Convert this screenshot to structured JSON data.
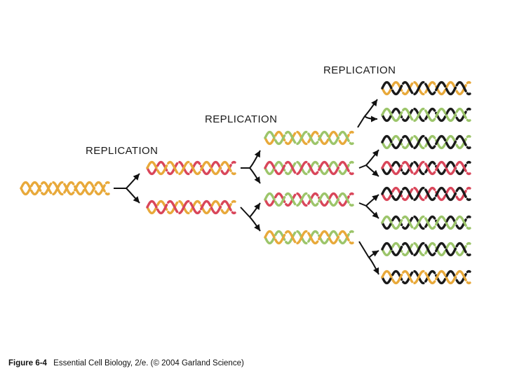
{
  "labels": {
    "replication_1": "REPLICATION",
    "replication_2": "REPLICATION",
    "replication_3": "REPLICATION"
  },
  "caption": {
    "figure": "Figure 6-4",
    "text": "Essential Cell Biology, 2/e. (© 2004 Garland Science)"
  },
  "colors": {
    "orange": "#e8a93a",
    "red": "#d9465a",
    "green": "#9cc56a",
    "black": "#1a1a1a",
    "arrow": "#111111"
  },
  "generations": [
    {
      "name": "parent",
      "helices": [
        [
          "orange",
          "orange"
        ]
      ]
    },
    {
      "name": "generation-1",
      "helices": [
        [
          "red",
          "orange"
        ],
        [
          "orange",
          "red"
        ]
      ]
    },
    {
      "name": "generation-2",
      "helices": [
        [
          "orange",
          "green"
        ],
        [
          "green",
          "red"
        ],
        [
          "red",
          "green"
        ],
        [
          "green",
          "orange"
        ]
      ]
    },
    {
      "name": "generation-3",
      "helices": [
        [
          "orange",
          "black"
        ],
        [
          "black",
          "green"
        ],
        [
          "green",
          "black"
        ],
        [
          "black",
          "red"
        ],
        [
          "red",
          "black"
        ],
        [
          "black",
          "green"
        ],
        [
          "green",
          "black"
        ],
        [
          "black",
          "orange"
        ]
      ]
    }
  ]
}
